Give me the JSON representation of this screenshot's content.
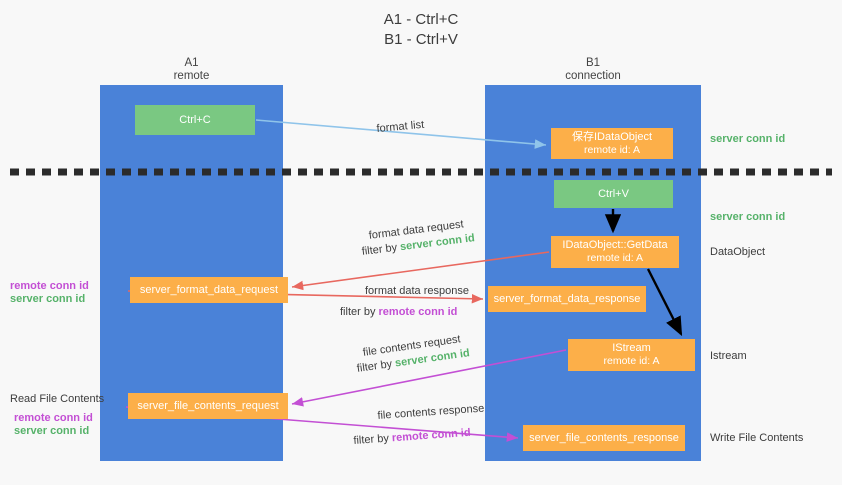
{
  "title": "A1 - Ctrl+C\nB1 - Ctrl+V",
  "columns": {
    "left": {
      "name": "A1",
      "role": "remote",
      "header": "A1\nremote",
      "color": "#4a82d8"
    },
    "right": {
      "name": "B1",
      "role": "connection",
      "header": "B1\nconnection",
      "color": "#4a82d8"
    }
  },
  "colors": {
    "blue_column": "#4a82d8",
    "green_box": "#7ac882",
    "orange_box": "#fcaf49",
    "server_conn_id": "#56b26a",
    "remote_conn_id": "#c34fd4",
    "arrow_lightblue": "#8fc4ea",
    "arrow_red": "#e8685f",
    "arrow_magenta": "#c34fd4",
    "arrow_black": "#000000",
    "divider": "#2b2b2b"
  },
  "boxes": {
    "ctrl_c": "Ctrl+C",
    "ctrl_v": "Ctrl+V",
    "save_idataobject": {
      "line1": "保存IDataObject",
      "line2": "remote id: A"
    },
    "getdata": {
      "line1": "IDataObject::GetData",
      "line2": "remote id: A"
    },
    "istream": {
      "line1": "IStream",
      "line2": "remote id: A"
    },
    "server_format_data_request": "server_format_data_request",
    "server_format_data_response": "server_format_data_response",
    "server_file_contents_request": "server_file_contents_request",
    "server_file_contents_response": "server_file_contents_response"
  },
  "edge_labels": {
    "format_list": "format list",
    "format_data_request": "format data request",
    "format_data_request_filter_prefix": "filter by ",
    "format_data_request_filter_value": "server conn id",
    "format_data_response": "format data response",
    "format_data_response_filter_prefix": "filter by ",
    "format_data_response_filter_value": "remote conn id",
    "file_contents_request": "file contents request",
    "file_contents_request_filter_prefix": "filter by ",
    "file_contents_request_filter_value": "server conn id",
    "file_contents_response": "file contents response",
    "file_contents_response_filter_prefix": "filter by ",
    "file_contents_response_filter_value": "remote conn id"
  },
  "annotations": {
    "right_server_conn_id_top": "server conn id",
    "right_server_conn_id_mid": "server conn id",
    "dataobject": "DataObject",
    "istream_label": "Istream",
    "write_file_contents": "Write File Contents",
    "read_file_contents": "Read File Contents",
    "left_remote_conn_id_1": "remote conn id",
    "left_server_conn_id_1": "server conn id",
    "left_remote_conn_id_2": "remote conn id",
    "left_server_conn_id_2": "server conn id"
  }
}
